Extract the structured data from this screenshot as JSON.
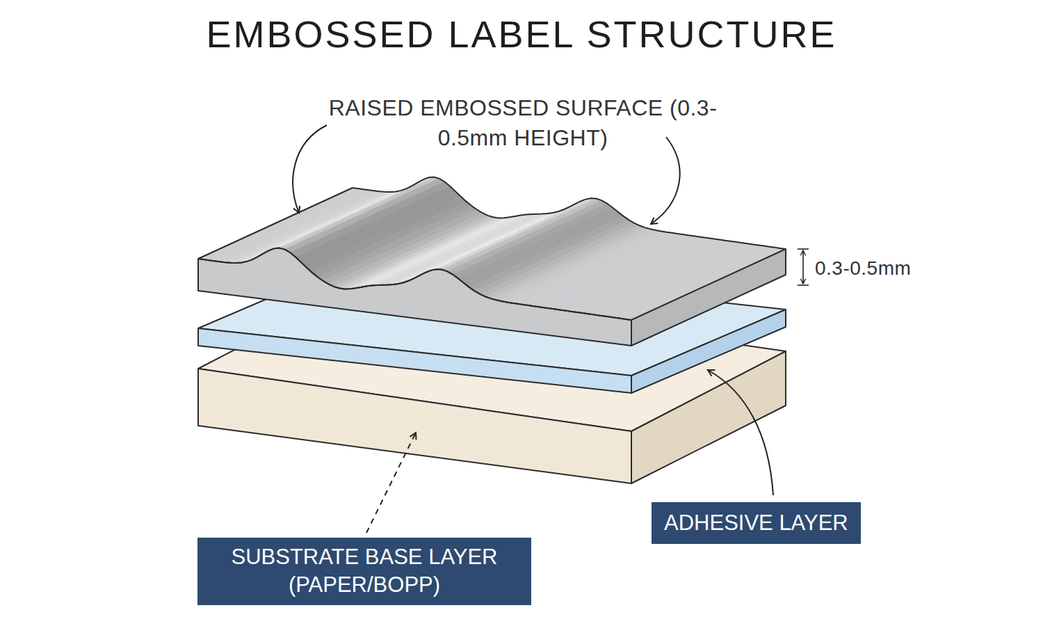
{
  "diagram": {
    "title": "EMBOSSED LABEL STRUCTURE",
    "nodes": [
      {
        "text": [
          "ADHESIVE LAYER"
        ]
      },
      {
        "text": [
          "SUBSTRATE BASE LAYER (PAPER/BOPP)"
        ]
      }
    ],
    "labels": [
      "RAISED EMBOSSED SURFACE (0.3-0.5mm HEIGHT)",
      "0.3-0.5mm"
    ]
  }
}
